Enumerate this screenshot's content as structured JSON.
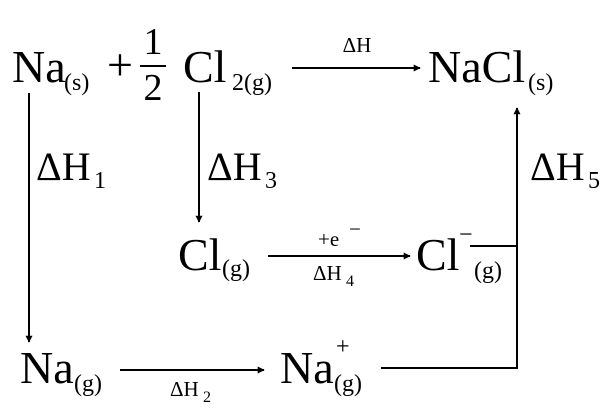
{
  "equation": {
    "na_s": "Na",
    "na_s_state": "(s)",
    "plus": "+",
    "half_num": "1",
    "half_den": "2",
    "cl2": "Cl",
    "cl2_sub": "2(g)",
    "dh": "ΔH",
    "nacl": "NaCl",
    "nacl_state": "(s)"
  },
  "steps": {
    "dh1_base": "ΔH",
    "dh1_sub": "1",
    "dh3_base": "ΔH",
    "dh3_sub": "3",
    "dh5_base": "ΔH",
    "dh5_sub": "5",
    "cl_g": "Cl",
    "cl_g_state": "(g)",
    "electron_label": "+e",
    "electron_sup": "−",
    "dh4_base": "ΔH",
    "dh4_sub": "4",
    "cl_ion": "Cl",
    "cl_ion_sup": "−",
    "cl_ion_state": "(g)",
    "na_g": "Na",
    "na_g_state": "(g)",
    "dh2_base": "ΔH",
    "dh2_sub": "2",
    "na_ion": "Na",
    "na_ion_sup": "+",
    "na_ion_state": "(g)"
  },
  "colors": {
    "ink": "#000000",
    "background": "#ffffff"
  }
}
